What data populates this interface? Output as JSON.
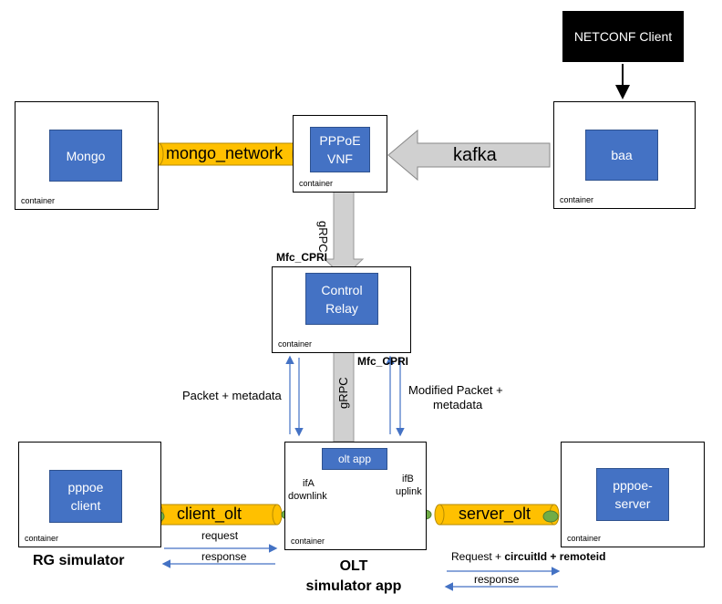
{
  "netconf_client": "NETCONF Client",
  "container_label": "container",
  "mongo": "Mongo",
  "pppoe_vnf": "PPPoE\nVNF",
  "baa": "baa",
  "control_relay": "Control\nRelay",
  "olt_app": "olt app",
  "pppoe_client": "pppoe\nclient",
  "pppoe_server": "pppoe-\nserver",
  "mongo_network": "mongo_network",
  "kafka": "kafka",
  "grpc": "gRPC",
  "mfc_cpri": "Mfc_CPRI",
  "packet_metadata": "Packet + metadata",
  "modified_packet": "Modified Packet +",
  "modified_packet_2": "metadata",
  "ifA": "ifA",
  "downlink": "downlink",
  "ifB": "ifB",
  "uplink": "uplink",
  "client_olt": "client_olt",
  "server_olt": "server_olt",
  "request": "request",
  "response": "response",
  "request_server_1": "Request + ",
  "request_server_2": "circuitId + remoteid",
  "rg_simulator": "RG simulator",
  "olt_simulator": "OLT\nsimulator app",
  "colors": {
    "box_blue": "#4472c4",
    "pipe": "#ffc000",
    "arrow_gray": "#d0d0d0",
    "line_blue": "#4472c4",
    "green": "#70ad47"
  }
}
